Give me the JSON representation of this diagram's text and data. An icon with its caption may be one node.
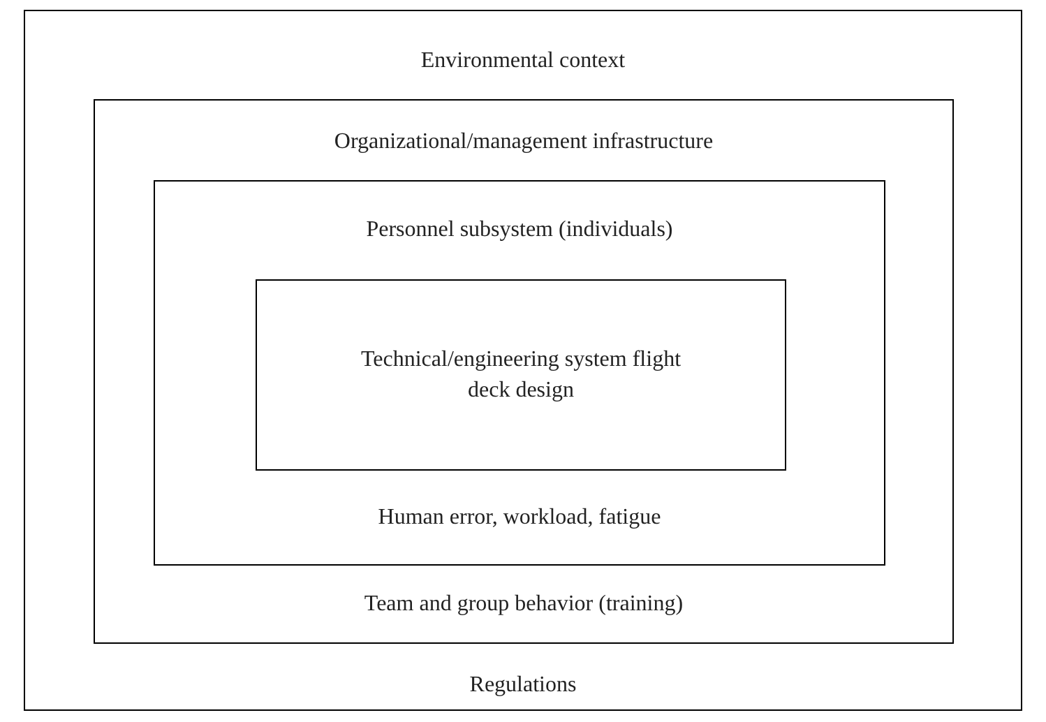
{
  "diagram": {
    "nodes": [
      {
        "text": [
          "Environmental context",
          "Regulations"
        ]
      },
      {
        "text": [
          "Organizational/management infrastructure",
          "Team and group behavior (training)"
        ],
        "in": 0
      },
      {
        "text": [
          "Personnel subsystem (individuals)",
          "Human error, workload, fatigue"
        ],
        "in": 1
      },
      {
        "text": [
          "Technical/engineering system flight deck design"
        ],
        "in": 2
      }
    ]
  }
}
